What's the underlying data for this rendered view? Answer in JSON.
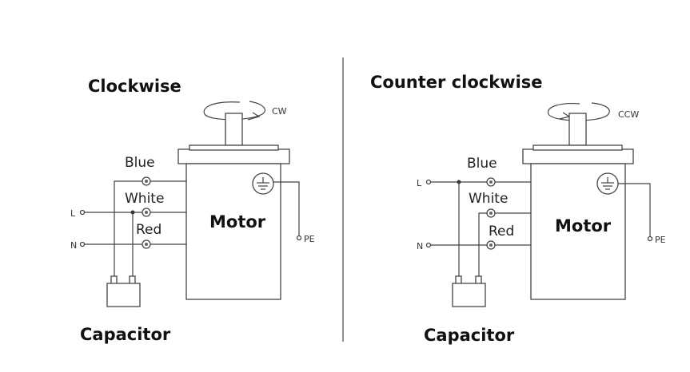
{
  "left": {
    "title": "Clockwise",
    "rotation_label": "CW",
    "wires": {
      "blue": "Blue",
      "white": "White",
      "red": "Red"
    },
    "terminals": {
      "line": "L",
      "neutral": "N",
      "earth": "PE"
    },
    "motor_label": "Motor",
    "capacitor_label": "Capacitor"
  },
  "right": {
    "title": "Counter clockwise",
    "rotation_label": "CCW",
    "wires": {
      "blue": "Blue",
      "white": "White",
      "red": "Red"
    },
    "terminals": {
      "line": "L",
      "neutral": "N",
      "earth": "PE"
    },
    "motor_label": "Motor",
    "capacitor_label": "Capacitor"
  },
  "colors": {
    "line": "#444444",
    "text": "#111111",
    "background": "#ffffff"
  }
}
